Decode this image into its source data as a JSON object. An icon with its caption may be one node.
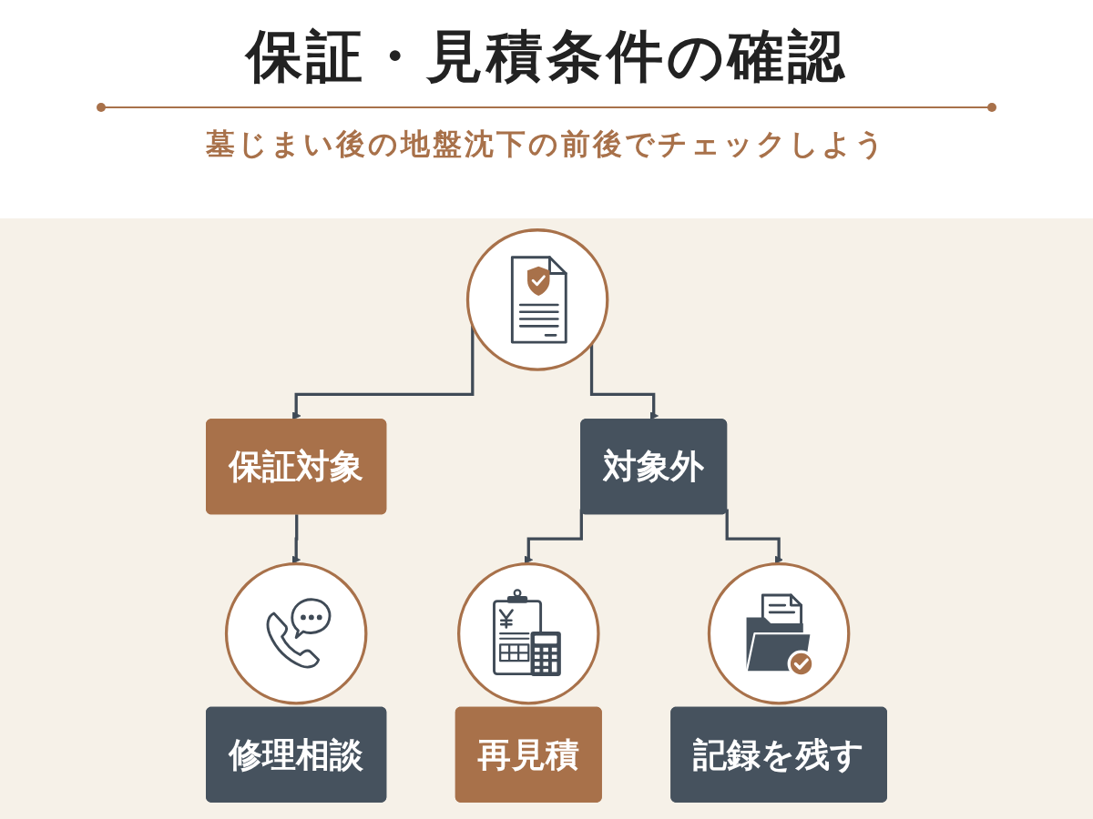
{
  "diagram": {
    "title": "保証・見積条件の確認",
    "nodes": [
      {
        "text": [],
        "shape": "circle"
      },
      {
        "text": [
          "保証対象"
        ]
      },
      {
        "text": [
          "対象外"
        ]
      },
      {
        "text": [],
        "shape": "circle"
      },
      {
        "text": [
          "修理相談"
        ]
      },
      {
        "text": [],
        "shape": "circle"
      },
      {
        "text": [
          "再見積"
        ]
      },
      {
        "text": [],
        "shape": "circle"
      },
      {
        "text": [
          "記録を残す"
        ]
      }
    ],
    "edges": [
      {
        "from": 0,
        "to": 1,
        "arrow": "to"
      },
      {
        "from": 0,
        "to": 2,
        "arrow": "to"
      },
      {
        "from": 1,
        "to": 3,
        "arrow": "to"
      },
      {
        "from": 2,
        "to": 5,
        "arrow": "to"
      },
      {
        "from": 2,
        "to": 7,
        "arrow": "to"
      }
    ],
    "labels": [
      "墓じまい後の地盤沈下の前後でチェックしよう"
    ]
  }
}
